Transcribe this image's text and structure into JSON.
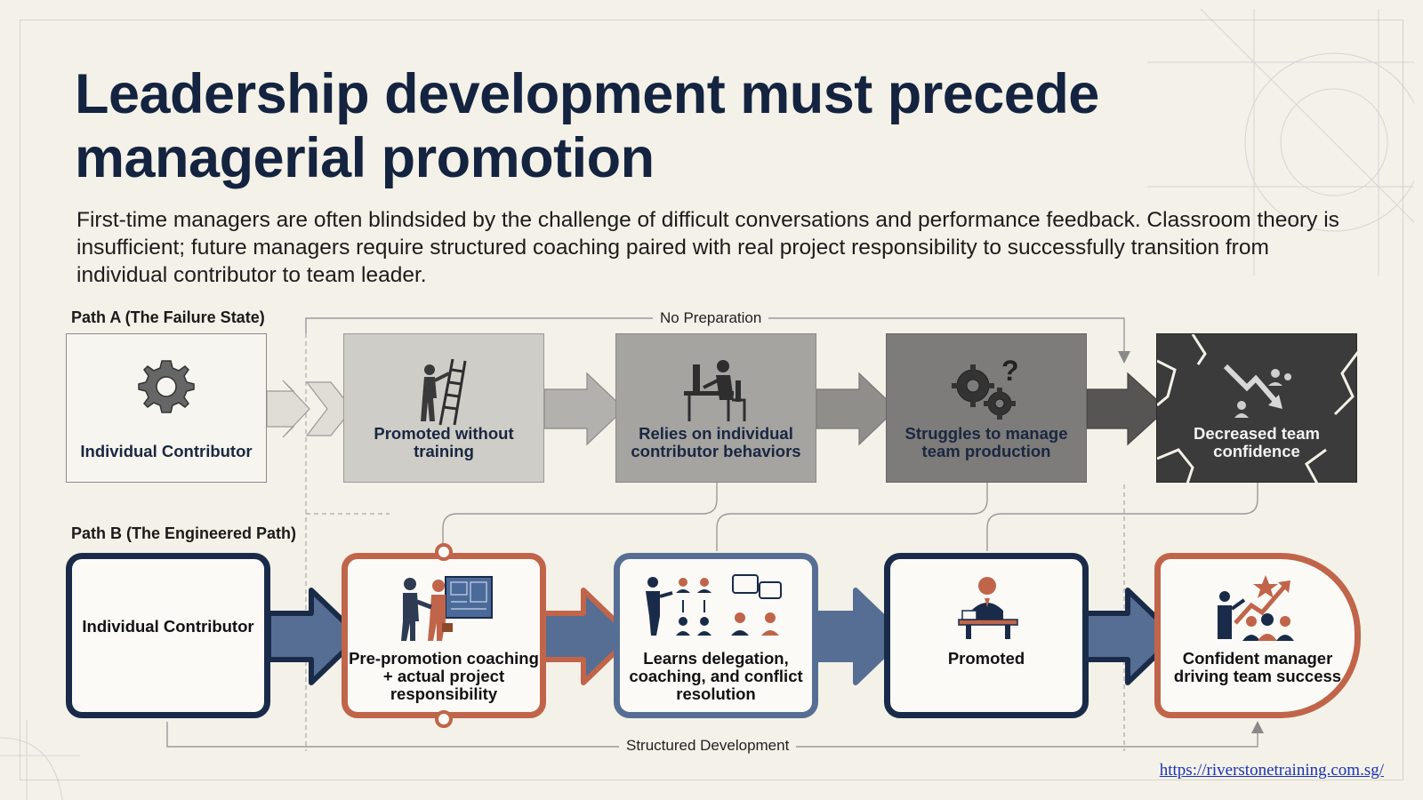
{
  "title": "Leadership development must precede managerial promotion",
  "subtitle": "First-time managers are often blindsided by the challenge of difficult conversations and performance feedback. Classroom theory is insufficient; future managers require structured coaching paired with real project responsibility to successfully transition from individual contributor to team leader.",
  "path_a": {
    "label": "Path A (The Failure State)",
    "connector": "No Preparation",
    "steps": [
      {
        "label": "Individual Contributor",
        "icon": "gear-icon"
      },
      {
        "label": "Promoted without training",
        "icon": "ladder-climber-icon"
      },
      {
        "label": "Relies on individual contributor behaviors",
        "icon": "desk-worker-icon"
      },
      {
        "label": "Struggles to manage team production",
        "icon": "gears-question-icon"
      },
      {
        "label": "Decreased team confidence",
        "icon": "declining-chart-icon"
      }
    ],
    "colors": [
      "#f4f1e8",
      "#cfcdc8",
      "#a5a4a1",
      "#7d7c7a",
      "#3b3b3b"
    ]
  },
  "path_b": {
    "label": "Path B (The Engineered Path)",
    "connector": "Structured Development",
    "steps": [
      {
        "label": "Individual Contributor",
        "icon": ""
      },
      {
        "label": "Pre-promotion coaching + actual project responsibility",
        "icon": "handshake-blueprint-icon"
      },
      {
        "label": "Learns delegation, coaching, and conflict resolution",
        "icon": "delegation-icon"
      },
      {
        "label": "Promoted",
        "icon": "manager-at-desk-icon"
      },
      {
        "label": "Confident manager driving team success",
        "icon": "team-growth-icon"
      }
    ],
    "colors": {
      "navy": "#1a2b4a",
      "orange": "#c0654a",
      "blue": "#566e93"
    }
  },
  "url": "https://riverstonetraining.com.sg/"
}
